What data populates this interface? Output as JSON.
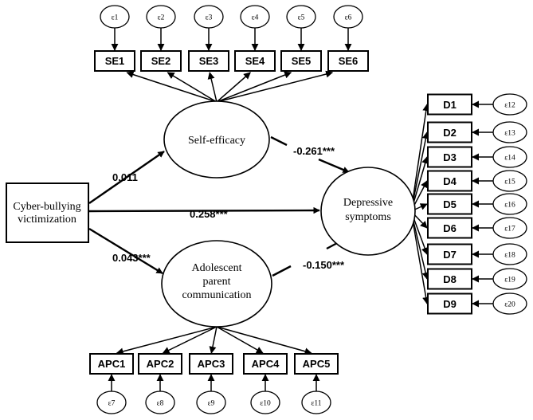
{
  "exogenous": {
    "label_line1": "Cyber-bullying",
    "label_line2": "victimization"
  },
  "mediators": {
    "self_efficacy": {
      "label": "Self-efficacy"
    },
    "apc": {
      "label_line1": "Adolescent",
      "label_line2": "parent",
      "label_line3": "communication"
    }
  },
  "outcome": {
    "label_line1": "Depressive",
    "label_line2": "symptoms"
  },
  "paths": {
    "cbv_to_se": "0.011",
    "cbv_to_dep": "0.258***",
    "cbv_to_apc": "0.043***",
    "se_to_dep": "-0.261***",
    "apc_to_dep": "-0.150***"
  },
  "se_indicators": [
    {
      "label": "SE1",
      "error": "ε1"
    },
    {
      "label": "SE2",
      "error": "ε2"
    },
    {
      "label": "SE3",
      "error": "ε3"
    },
    {
      "label": "SE4",
      "error": "ε4"
    },
    {
      "label": "SE5",
      "error": "ε5"
    },
    {
      "label": "SE6",
      "error": "ε6"
    }
  ],
  "apc_indicators": [
    {
      "label": "APC1",
      "error": "ε7"
    },
    {
      "label": "APC2",
      "error": "ε8"
    },
    {
      "label": "APC3",
      "error": "ε9"
    },
    {
      "label": "APC4",
      "error": "ε10"
    },
    {
      "label": "APC5",
      "error": "ε11"
    }
  ],
  "d_indicators": [
    {
      "label": "D1",
      "error": "ε12"
    },
    {
      "label": "D2",
      "error": "ε13"
    },
    {
      "label": "D3",
      "error": "ε14"
    },
    {
      "label": "D4",
      "error": "ε15"
    },
    {
      "label": "D5",
      "error": "ε16"
    },
    {
      "label": "D6",
      "error": "ε17"
    },
    {
      "label": "D7",
      "error": "ε18"
    },
    {
      "label": "D8",
      "error": "ε19"
    },
    {
      "label": "D9",
      "error": "ε20"
    }
  ]
}
